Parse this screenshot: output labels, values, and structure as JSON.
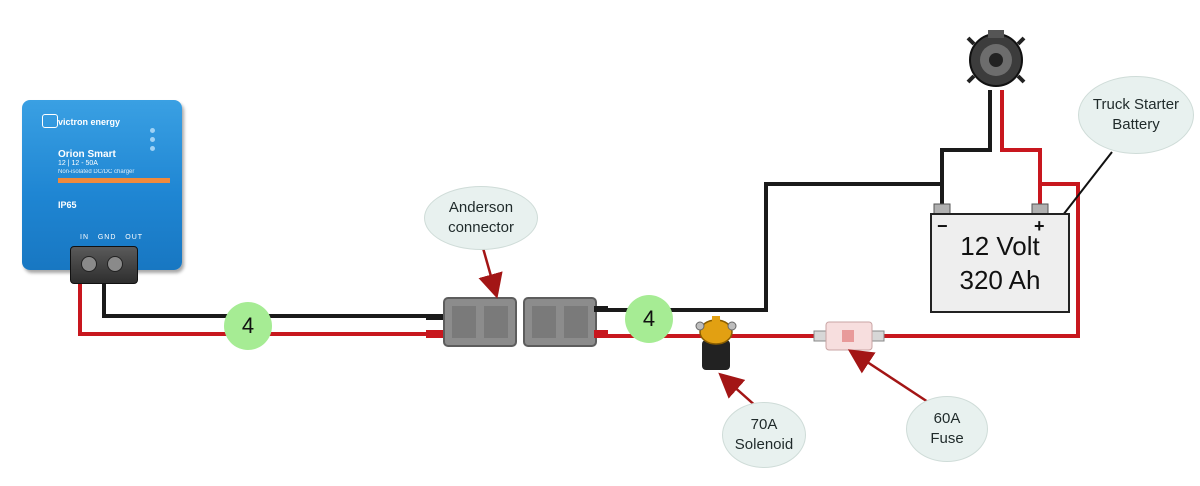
{
  "charger": {
    "brand": "victron energy",
    "model": "Orion Smart",
    "spec": "12 | 12 - 50A",
    "description": "Non-isolated DC/DC charger",
    "rating": "IP65",
    "ports": [
      "IN",
      "GND",
      "OUT"
    ]
  },
  "callouts": {
    "anderson": [
      "Anderson",
      "connector"
    ],
    "battery_label": [
      "Truck Starter",
      "Battery"
    ],
    "solenoid": [
      "70A",
      "Solenoid"
    ],
    "fuse": [
      "60A",
      "Fuse"
    ]
  },
  "gauges": [
    "4",
    "4"
  ],
  "battery": {
    "line1": "12 Volt",
    "line2": "320 Ah",
    "neg": "−",
    "pos": "+"
  },
  "colors": {
    "positive_wire": "#c8171e",
    "negative_wire": "#1a1a1a",
    "callout_arrow": "#a31515",
    "gauge_marker": "#a6ec94",
    "charger_body": "#1f86d3"
  },
  "icons": {
    "alternator": "alternator-icon",
    "anderson_plug": "anderson-plug-icon",
    "solenoid": "solenoid-icon",
    "fuse": "fuse-icon"
  }
}
